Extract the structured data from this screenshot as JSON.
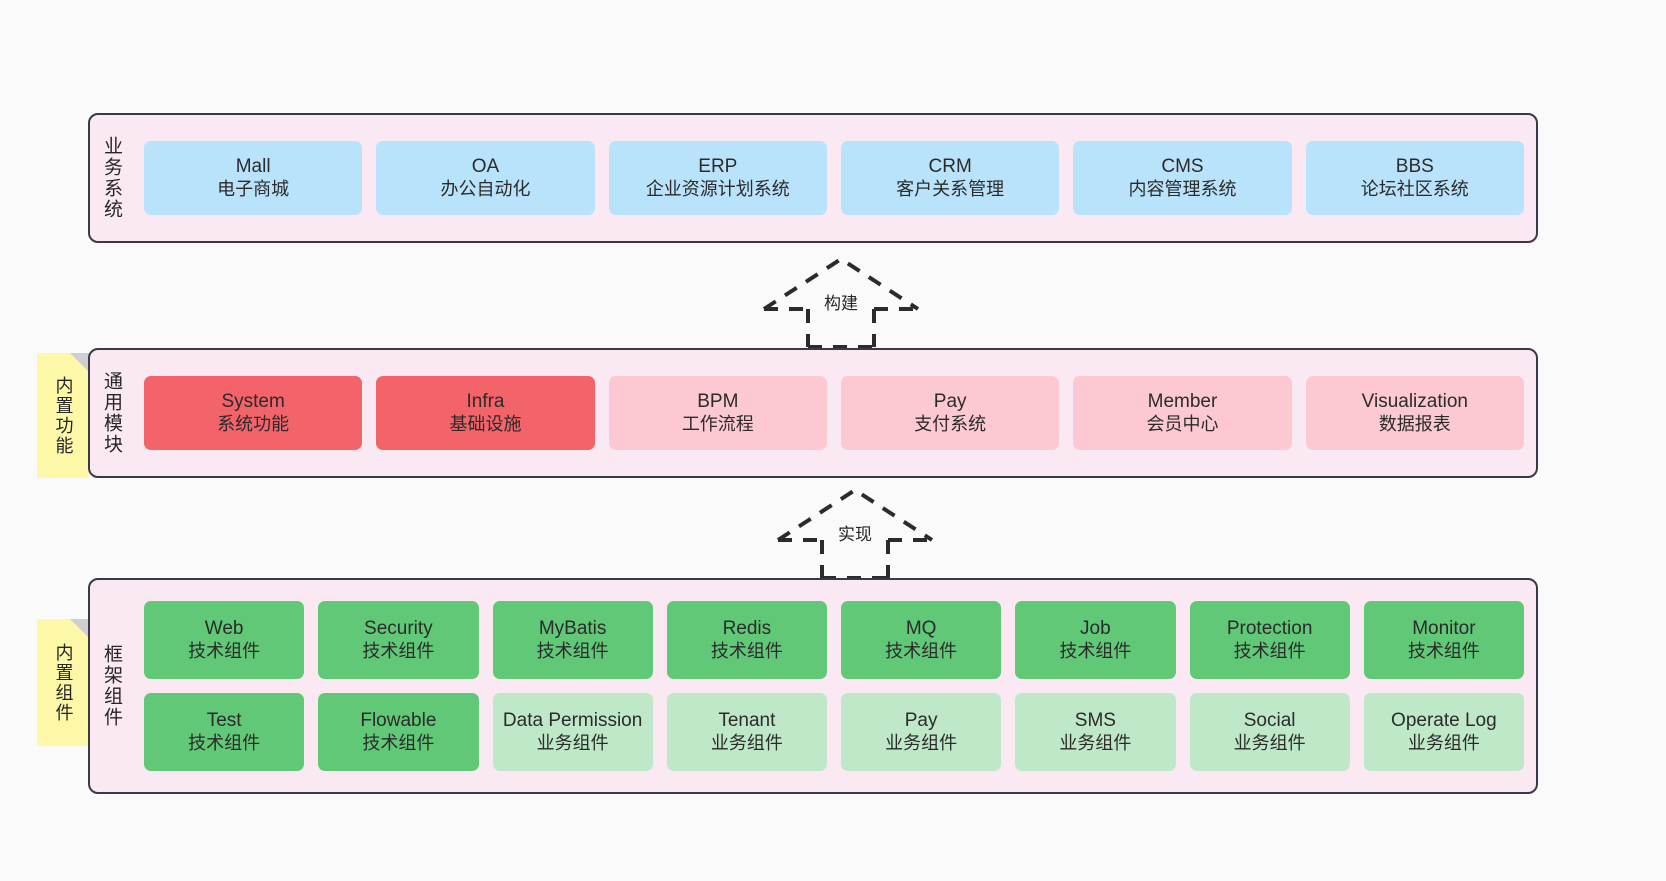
{
  "diagram": {
    "title_text": "",
    "colors": {
      "band_fill": "#fae8f3",
      "band_border": "#3d3846",
      "business_cell": "#b9e2fb",
      "module_core_cell": "#f2636a",
      "module_cell": "#fcc8d1",
      "tech_cell": "#61c877",
      "biz_cell": "#bfe8c8",
      "note_fill": "#fcf8a8",
      "background": "#fafafa"
    }
  },
  "layers": [
    {
      "id": "business-system",
      "title": "业务系统",
      "rows": [
        {
          "cells": [
            {
              "en": "Mall",
              "cn": "电子商城",
              "style": "c-blue"
            },
            {
              "en": "OA",
              "cn": "办公自动化",
              "style": "c-blue"
            },
            {
              "en": "ERP",
              "cn": "企业资源计划系统",
              "style": "c-blue"
            },
            {
              "en": "CRM",
              "cn": "客户关系管理",
              "style": "c-blue"
            },
            {
              "en": "CMS",
              "cn": "内容管理系统",
              "style": "c-blue"
            },
            {
              "en": "BBS",
              "cn": "论坛社区系统",
              "style": "c-blue"
            }
          ]
        }
      ]
    },
    {
      "id": "common-modules",
      "title": "通用模块",
      "note": "内置功能",
      "rows": [
        {
          "cells": [
            {
              "en": "System",
              "cn": "系统功能",
              "style": "c-red"
            },
            {
              "en": "Infra",
              "cn": "基础设施",
              "style": "c-red"
            },
            {
              "en": "BPM",
              "cn": "工作流程",
              "style": "c-pink"
            },
            {
              "en": "Pay",
              "cn": "支付系统",
              "style": "c-pink"
            },
            {
              "en": "Member",
              "cn": "会员中心",
              "style": "c-pink"
            },
            {
              "en": "Visualization",
              "cn": "数据报表",
              "style": "c-pink"
            }
          ]
        }
      ]
    },
    {
      "id": "framework-components",
      "title": "框架组件",
      "note": "内置组件",
      "rows": [
        {
          "cells": [
            {
              "en": "Web",
              "cn": "技术组件",
              "style": "c-green"
            },
            {
              "en": "Security",
              "cn": "技术组件",
              "style": "c-green"
            },
            {
              "en": "MyBatis",
              "cn": "技术组件",
              "style": "c-green"
            },
            {
              "en": "Redis",
              "cn": "技术组件",
              "style": "c-green"
            },
            {
              "en": "MQ",
              "cn": "技术组件",
              "style": "c-green"
            },
            {
              "en": "Job",
              "cn": "技术组件",
              "style": "c-green"
            },
            {
              "en": "Protection",
              "cn": "技术组件",
              "style": "c-green"
            },
            {
              "en": "Monitor",
              "cn": "技术组件",
              "style": "c-green"
            }
          ]
        },
        {
          "cells": [
            {
              "en": "Test",
              "cn": "技术组件",
              "style": "c-green"
            },
            {
              "en": "Flowable",
              "cn": "技术组件",
              "style": "c-green"
            },
            {
              "en": "Data Permission",
              "cn": "业务组件",
              "style": "c-lightgreen"
            },
            {
              "en": "Tenant",
              "cn": "业务组件",
              "style": "c-lightgreen"
            },
            {
              "en": "Pay",
              "cn": "业务组件",
              "style": "c-lightgreen"
            },
            {
              "en": "SMS",
              "cn": "业务组件",
              "style": "c-lightgreen"
            },
            {
              "en": "Social",
              "cn": "业务组件",
              "style": "c-lightgreen"
            },
            {
              "en": "Operate Log",
              "cn": "业务组件",
              "style": "c-lightgreen"
            }
          ]
        }
      ]
    }
  ],
  "connectors": [
    {
      "id": "build",
      "label": "构建"
    },
    {
      "id": "implement",
      "label": "实现"
    }
  ]
}
